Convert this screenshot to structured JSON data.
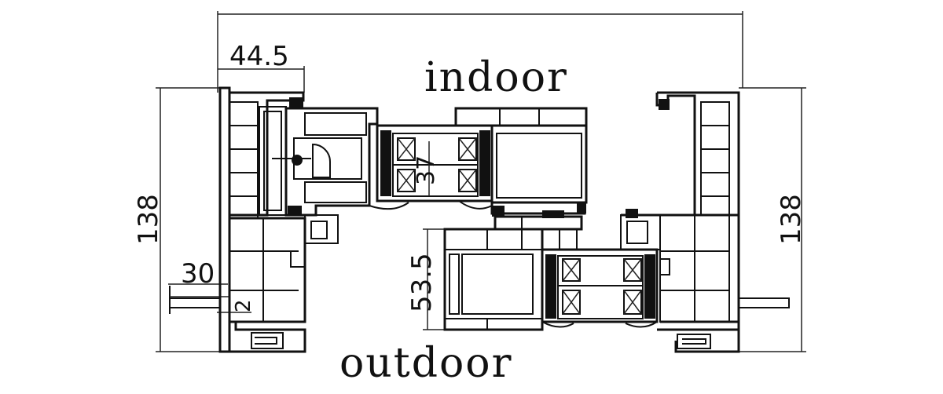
{
  "labels": {
    "indoor": "indoor",
    "outdoor": "outdoor"
  },
  "dimensions": {
    "top_width": "44.5",
    "left_height": "138",
    "right_height": "138",
    "glass_37": "37",
    "sash_height": "53.5",
    "offset_30": "30",
    "offset_2": "2"
  },
  "colors": {
    "line": "#111111",
    "background": "#ffffff"
  }
}
